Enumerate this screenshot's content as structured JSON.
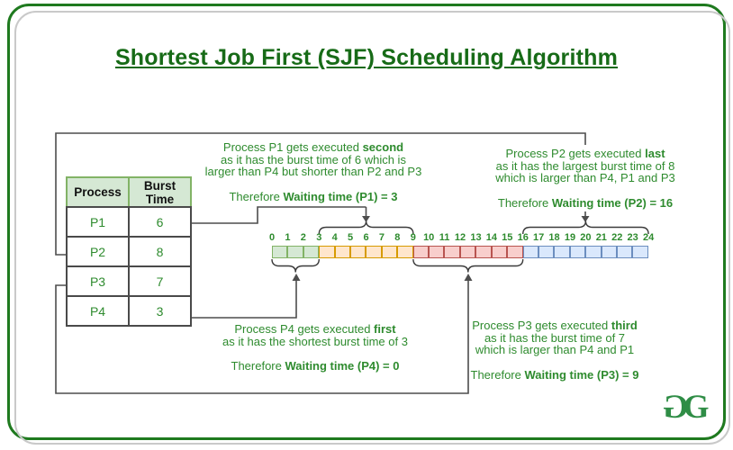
{
  "title": "Shortest Job First (SJF) Scheduling Algorithm",
  "table": {
    "headers": [
      "Process",
      "Burst Time"
    ],
    "rows": [
      [
        "P1",
        "6"
      ],
      [
        "P2",
        "8"
      ],
      [
        "P3",
        "7"
      ],
      [
        "P4",
        "3"
      ]
    ]
  },
  "timeline": {
    "start": 0,
    "end": 24,
    "segments": [
      {
        "process": "P4",
        "start": 0,
        "end": 3,
        "fill": "#d5e8d4",
        "stroke": "#82b366"
      },
      {
        "process": "P1",
        "start": 3,
        "end": 9,
        "fill": "#ffe6cc",
        "stroke": "#d79b00"
      },
      {
        "process": "P3",
        "start": 9,
        "end": 16,
        "fill": "#f8cecc",
        "stroke": "#b85450"
      },
      {
        "process": "P2",
        "start": 16,
        "end": 24,
        "fill": "#dae8fc",
        "stroke": "#6c8ebf"
      }
    ]
  },
  "annotations": {
    "p1": {
      "line1_pre": "Process P1 gets executed ",
      "line1_bold": "second",
      "line2": "as it has the burst time of 6 which is",
      "line3": "larger than P4 but shorter than P2 and P3",
      "therefore_pre": "Therefore ",
      "therefore_bold": "Waiting time (P1) = 3"
    },
    "p2": {
      "line1_pre": "Process P2 gets executed ",
      "line1_bold": "last",
      "line2": "as it has the largest burst time of 8",
      "line3": "which is larger than P4, P1 and P3",
      "therefore_pre": "Therefore ",
      "therefore_bold": "Waiting time (P2) = 16"
    },
    "p3": {
      "line1_pre": "Process P3 gets executed ",
      "line1_bold": "third",
      "line2": "as it has the burst time of 7",
      "line3": "which is larger than P4 and P1",
      "therefore_pre": "Therefore ",
      "therefore_bold": "Waiting time (P3) = 9"
    },
    "p4": {
      "line1_pre": "Process P4 gets executed ",
      "line1_bold": "first",
      "line2": "as it has the shortest burst time of 3",
      "therefore_pre": "Therefore ",
      "therefore_bold": "Waiting time (P4) = 0"
    }
  },
  "logo": {
    "g1": "G",
    "g2": "G"
  },
  "colors": {
    "title_green": "#176b17",
    "text_green": "#2e8b2e",
    "logo_green": "#2f8d46",
    "frame_green": "#1f7a1f",
    "frame_gray": "#c9c9c9",
    "table_header_bg": "#d5e8d4",
    "table_header_border": "#82b366",
    "table_body_border": "#4a4a4a",
    "connector_gray": "#4d4d4d"
  }
}
